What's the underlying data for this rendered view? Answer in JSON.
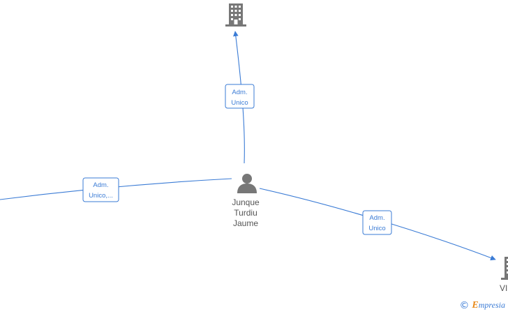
{
  "center_person": {
    "name_lines": [
      "Junque",
      "Turdiu",
      "Jaume"
    ],
    "icon": "person-icon"
  },
  "companies": {
    "top": {
      "icon": "building-icon",
      "label": ""
    },
    "bottom_right": {
      "icon": "building-icon",
      "label": "VI"
    }
  },
  "edges": {
    "top": {
      "label_lines": [
        "Adm.",
        "Unico"
      ]
    },
    "left": {
      "label_lines": [
        "Adm.",
        "Unico,..."
      ]
    },
    "right": {
      "label_lines": [
        "Adm.",
        "Unico"
      ]
    }
  },
  "footer": {
    "copyright": "©",
    "brand_first": "E",
    "brand_rest": "mpresia"
  },
  "colors": {
    "edge": "#3a7bd5",
    "icon": "#777777",
    "text": "#555555",
    "brand_accent": "#e88a1a"
  }
}
